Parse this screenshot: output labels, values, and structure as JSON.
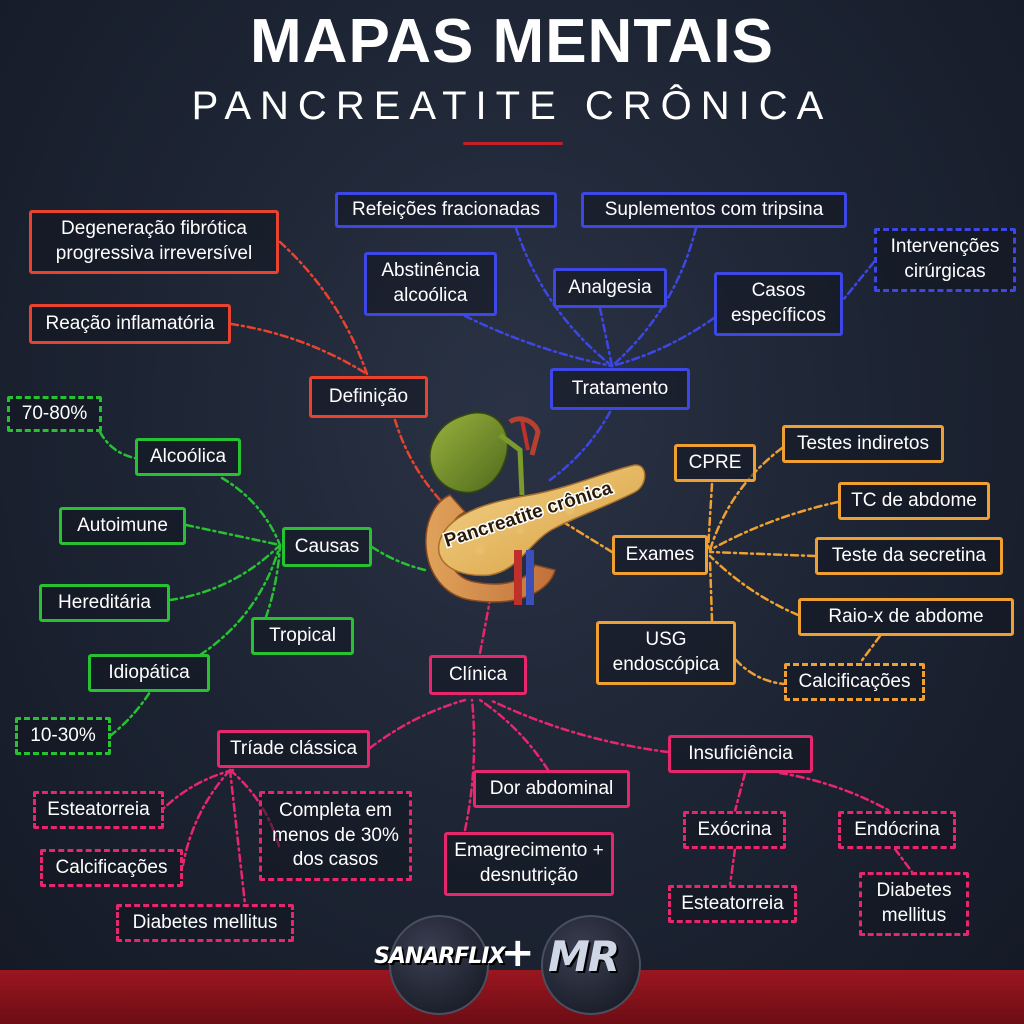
{
  "header": {
    "title": "MAPAS MENTAIS",
    "subtitle": "PANCREATITE CRÔNICA"
  },
  "center": {
    "label": "Pancreatite crônica"
  },
  "colors": {
    "definicao": "#e8432e",
    "tratamento": "#3d47e6",
    "causas": "#27c232",
    "exames": "#f0a030",
    "clinica": "#e8266e"
  },
  "definicao": {
    "hub": "Definição",
    "items": [
      "Degeneração fibrótica progressiva  irreversível",
      "Reação inflamatória"
    ]
  },
  "tratamento": {
    "hub": "Tratamento",
    "items": [
      "Refeições fracionadas",
      "Suplementos com tripsina",
      "Abstinência alcoólica",
      "Analgesia",
      "Casos específicos",
      "Intervenções cirúrgicas"
    ]
  },
  "causas": {
    "hub": "Causas",
    "items": [
      "Alcoólica",
      "70-80%",
      "Autoimune",
      "Hereditária",
      "Tropical",
      "Idiopática",
      "10-30%"
    ]
  },
  "exames": {
    "hub": "Exames",
    "items": [
      "CPRE",
      "Testes indiretos",
      "TC de abdome",
      "Teste da secretina",
      "Raio-x de abdome",
      "USG endoscópica",
      "Calcificações"
    ]
  },
  "clinica": {
    "hub": "Clínica",
    "items": [
      "Tríade clássica",
      "Esteatorreia",
      "Calcificações",
      "Diabetes mellitus",
      "Completa em menos de 30% dos casos",
      "Dor abdominal",
      "Emagrecimento + desnutrição",
      "Insuficiência",
      "Exócrina",
      "Endócrina",
      "Esteatorreia",
      "Diabetes mellitus"
    ]
  },
  "footer": {
    "brand_left": "SANARFLIX",
    "plus": "+",
    "brand_right": "MR"
  }
}
